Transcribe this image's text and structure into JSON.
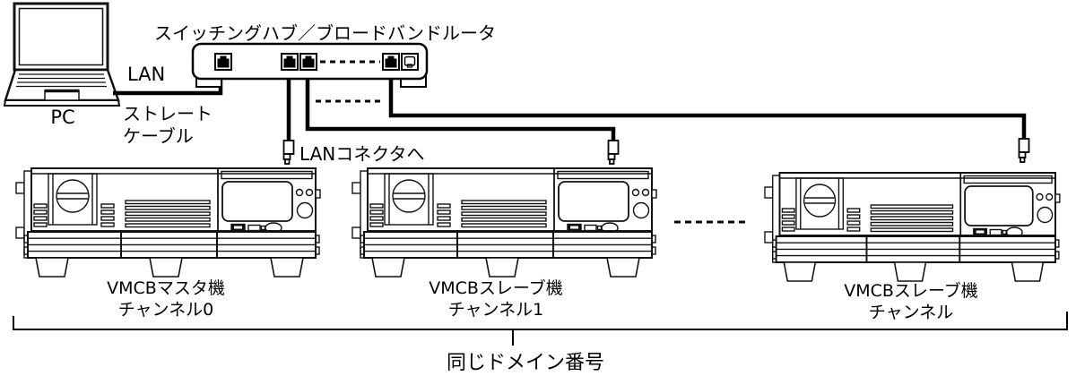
{
  "pc": {
    "label": "PC"
  },
  "connection": {
    "lan_label": "LAN",
    "cable_label_line1": "ストレート",
    "cable_label_line2": "ケーブル"
  },
  "hub": {
    "title": "スイッチングハブ／ブロードバンドルータ"
  },
  "lan_connector_note": "LANコネクタへ",
  "devices": [
    {
      "name": "VMCBマスタ機",
      "channel": "チャンネル0"
    },
    {
      "name": "VMCBスレーブ機",
      "channel": "チャンネル1"
    },
    {
      "name": "VMCBスレーブ機",
      "channel": "チャンネル"
    }
  ],
  "domain": {
    "label": "同じドメイン番号"
  },
  "colors": {
    "line": "#000000",
    "background": "#ffffff"
  }
}
